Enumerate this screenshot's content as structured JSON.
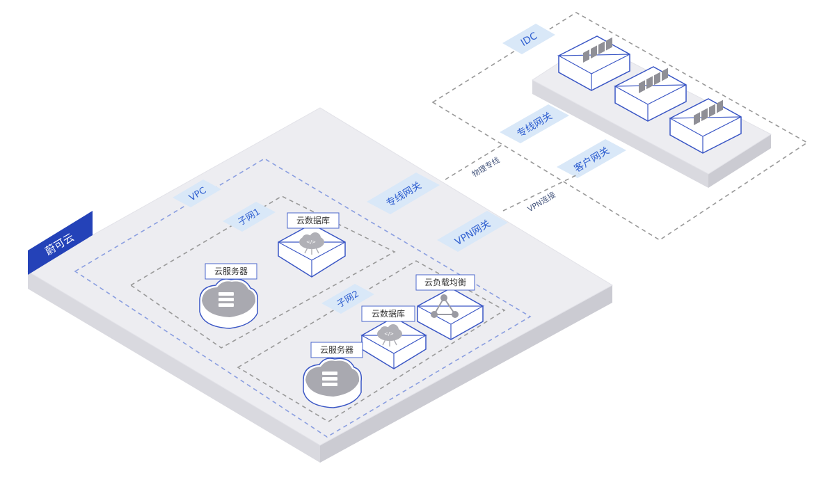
{
  "brand": {
    "label": "蔚可云"
  },
  "vpc": {
    "label": "VPC"
  },
  "subnet1": {
    "label": "子网1",
    "db_label": "云数据库",
    "server_label": "云服务器"
  },
  "subnet2": {
    "label": "子网2",
    "db_label": "云数据库",
    "server_label": "云服务器",
    "lb_label": "云负载均衡"
  },
  "gateways": {
    "direct": "专线网关",
    "vpn": "VPN网关"
  },
  "idc": {
    "label": "IDC",
    "direct_gateway": "专线网关",
    "customer_gateway": "客户网关"
  },
  "connections": {
    "physical": "物理专线",
    "vpn": "VPN连接"
  },
  "colors": {
    "accent": "#2f5fd0",
    "brand_bg": "#2442b8",
    "label_bg": "#d9e8f8",
    "platform_top": "#eeeef2",
    "platform_side": "#d8d8de"
  }
}
